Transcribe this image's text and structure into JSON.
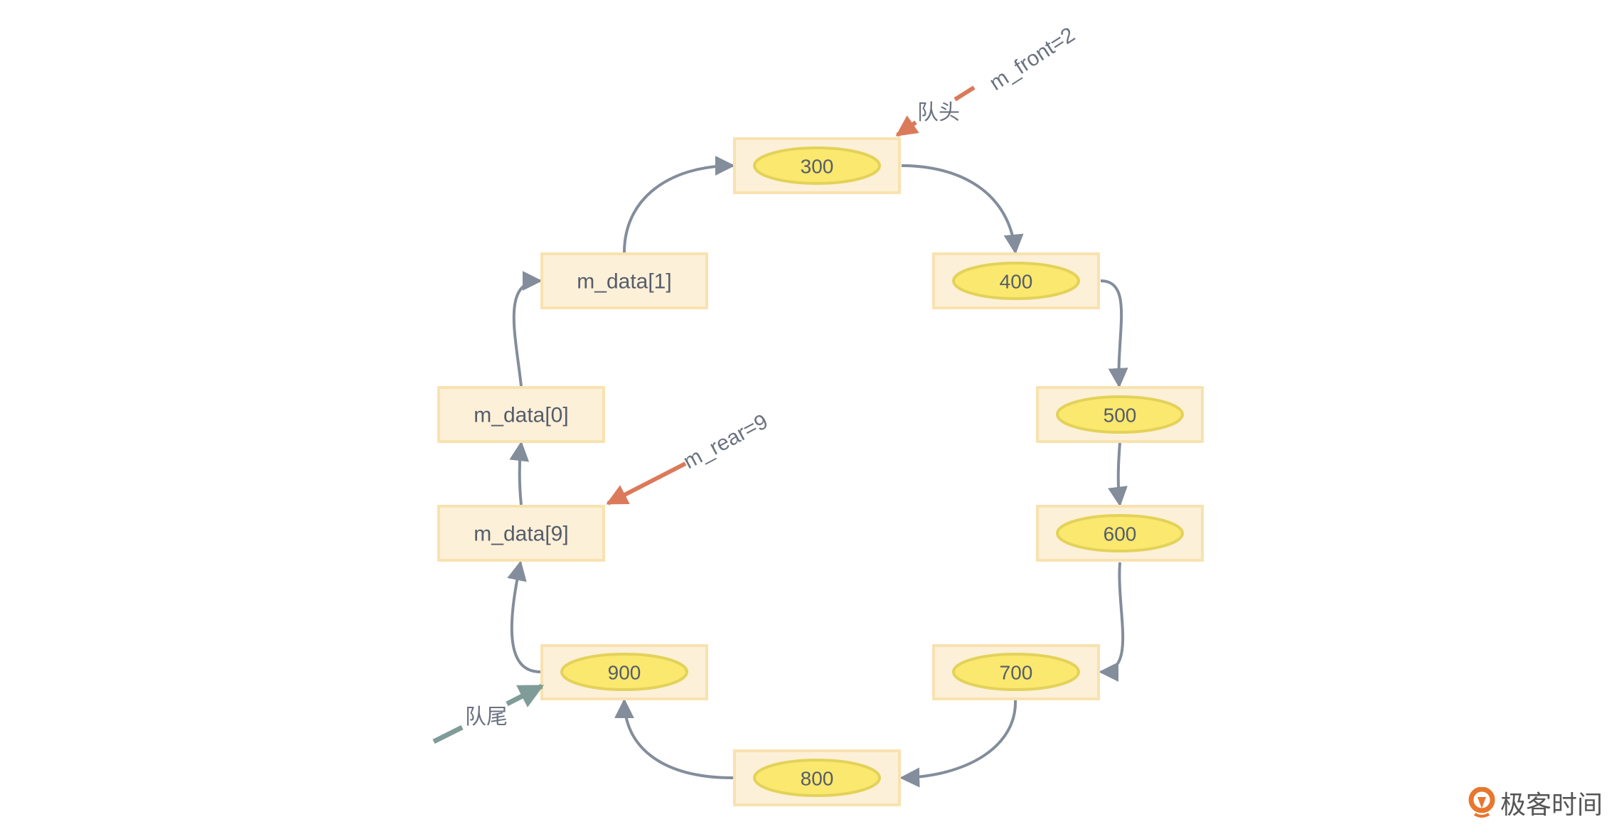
{
  "diagram": {
    "title": "Circular queue",
    "nodes": [
      {
        "id": "n300",
        "label": "300",
        "kind": "value"
      },
      {
        "id": "n400",
        "label": "400",
        "kind": "value"
      },
      {
        "id": "n500",
        "label": "500",
        "kind": "value"
      },
      {
        "id": "n600",
        "label": "600",
        "kind": "value"
      },
      {
        "id": "n700",
        "label": "700",
        "kind": "value"
      },
      {
        "id": "n800",
        "label": "800",
        "kind": "value"
      },
      {
        "id": "n900",
        "label": "900",
        "kind": "value"
      },
      {
        "id": "m9",
        "label": "m_data[9]",
        "kind": "slot"
      },
      {
        "id": "m0",
        "label": "m_data[0]",
        "kind": "slot"
      },
      {
        "id": "m1",
        "label": "m_data[1]",
        "kind": "slot"
      }
    ],
    "edges": [
      [
        "n300",
        "n400"
      ],
      [
        "n400",
        "n500"
      ],
      [
        "n500",
        "n600"
      ],
      [
        "n600",
        "n700"
      ],
      [
        "n700",
        "n800"
      ],
      [
        "n800",
        "n900"
      ],
      [
        "n900",
        "m9"
      ],
      [
        "m9",
        "m0"
      ],
      [
        "m0",
        "m1"
      ],
      [
        "m1",
        "n300"
      ]
    ],
    "pointers": {
      "front": {
        "name": "m_front=2",
        "label": "队头",
        "target": "n300",
        "color": "#db7a5a"
      },
      "rear": {
        "name": "m_rear=9",
        "target": "m9",
        "color": "#db7a5a"
      },
      "tail": {
        "label": "队尾",
        "target": "n900",
        "color": "#7f9c98"
      }
    },
    "colors": {
      "box_fill": "#fdf0d8",
      "box_stroke": "#f9e2b0",
      "ellipse_fill": "#fbe86e",
      "edge": "#838d9b"
    }
  },
  "branding": {
    "logo_text": "极客时间",
    "logo_color": "#e8772e"
  }
}
